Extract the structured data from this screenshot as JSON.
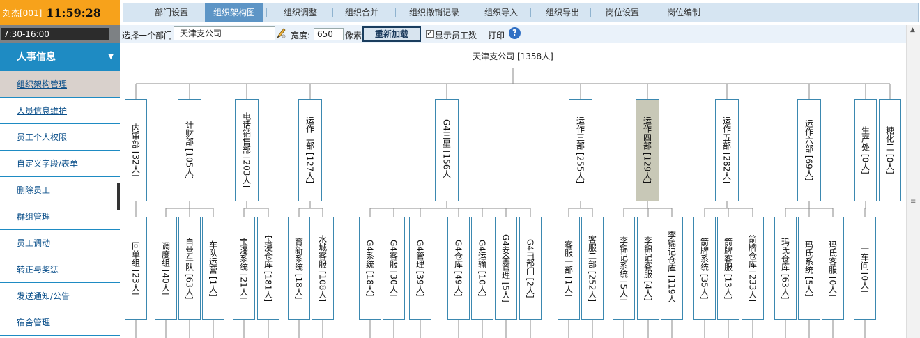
{
  "user": {
    "name": "刘杰[001]",
    "clock": "11:59:28",
    "shift": "7:30-16:00"
  },
  "sidebar": {
    "section_title": "人事信息",
    "items": [
      {
        "label": "组织架构管理"
      },
      {
        "label": "人员信息维护"
      },
      {
        "label": "员工个人权限"
      },
      {
        "label": "自定义字段/表单"
      },
      {
        "label": "删除员工"
      },
      {
        "label": "群组管理"
      },
      {
        "label": "员工调动"
      },
      {
        "label": "转正与奖惩"
      },
      {
        "label": "发送通知/公告"
      },
      {
        "label": "宿舍管理"
      }
    ]
  },
  "tabs": [
    "部门设置",
    "组织架构图",
    "组织调整",
    "组织合并",
    "组织撤销记录",
    "组织导入",
    "组织导出",
    "岗位设置",
    "岗位编制"
  ],
  "toolbar": {
    "select_label": "选择一个部门",
    "dept_value": "天津支公司",
    "width_label": "宽度:",
    "width_value": "650",
    "unit_label": "像素",
    "reload_label": "重新加载",
    "show_count_label": "显示员工数",
    "print_label": "打印",
    "help_icon": "?"
  },
  "org": {
    "root": "天津支公司 [1358人]",
    "level1": [
      "内审部 [32人]",
      "计财部 [105人]",
      "电话销售部 [203人]",
      "运作二部 [127人]",
      "G4三星 [156人]",
      "运作三部 [255人]",
      "运作四部 [129人]",
      "运作五部 [282人]",
      "运作六部 [69人]",
      "生产处 [0人]",
      "糖化二 [0人]"
    ],
    "level2": [
      "回单组 [23人]",
      "调度组 [40人]",
      "自营车队 [63人]",
      "车队运营 [1人]",
      "宝漫系统 [21人]",
      "宝漫仓库 [181人]",
      "育新系统 [18人]",
      "水城客服 [108人]",
      "G4系统 [18人]",
      "G4客服 [30人]",
      "G4管理 [39人]",
      "G4仓库 [49人]",
      "G4运输 [10人]",
      "G4安全管理 [5人]",
      "G4IT部门 [2人]",
      "客服一部 [1人]",
      "客服二部 [252人]",
      "李锦记系统 [5人]",
      "李锦记客服 [4人]",
      "李锦记仓库 [119人]",
      "箭牌系统 [35人]",
      "箭牌客服 [13人]",
      "箭牌仓库 [233人]",
      "玛氏仓库 [63人]",
      "玛氏系统 [5人]",
      "玛氏客服 [0人]",
      "一车间 [0人]"
    ]
  }
}
